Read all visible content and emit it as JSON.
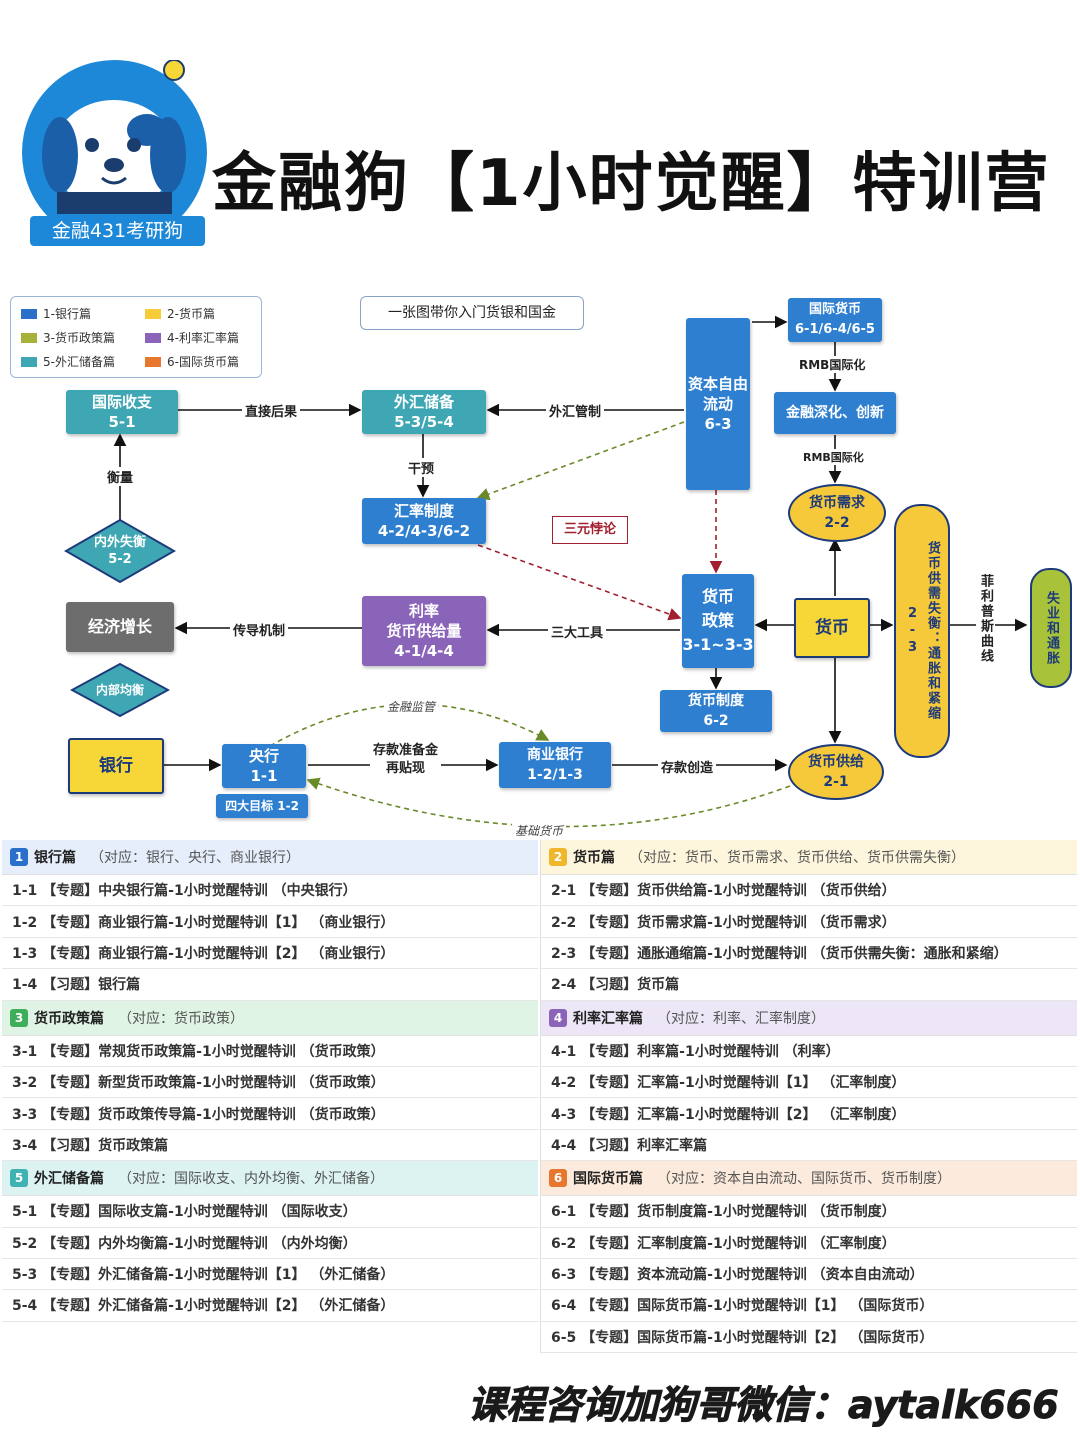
{
  "header": {
    "title": "金融狗【1小时觉醒】特训营",
    "logo_text": "金融431考研狗"
  },
  "legend": [
    {
      "label": "1-银行篇",
      "color": "#2a6fc9"
    },
    {
      "label": "2-货币篇",
      "color": "#f6cc3a"
    },
    {
      "label": "3-货币政策篇",
      "color": "#a8b23a"
    },
    {
      "label": "4-利率汇率篇",
      "color": "#8a64b8"
    },
    {
      "label": "5-外汇储备篇",
      "color": "#3fa7b3"
    },
    {
      "label": "6-国际货币篇",
      "color": "#e8772e"
    }
  ],
  "caption": "一张图带你入门货银和国金",
  "nodes": {
    "intl_balance": "国际收支\n5-1",
    "fx_reserve": "外汇储备\n5-3/5-4",
    "exchange_rate_system": "汇率制度\n4-2/4-3/6-2",
    "capital_flow": "资本自由流动\n6-3",
    "intl_currency": "国际货币\n6-1/6-4/6-5",
    "finance_deepening": "金融深化、创新",
    "money_demand": "货币需求\n2-2",
    "money": "货币",
    "money_supply_demand_imbalance": "货币供需失衡：通胀和紧缩\n2-3",
    "unemployment_inflation": "失业和通胀",
    "monetary_policy": "货币\n政策\n3-1~3-3",
    "currency_system": "货币制度\n6-2",
    "rate_money_supply": "利率\n货币供给量\n4-1/4-4",
    "economic_growth": "经济增长",
    "internal_external_balance": "内外失衡\n5-2",
    "internal_balance": "内部均衡",
    "bank": "银行",
    "central_bank": "央行\n1-1",
    "four_goals": "四大目标 1-2",
    "commercial_bank": "商业银行\n1-2/1-3",
    "money_supply": "货币供给\n2-1",
    "trilemma": "三元悖论"
  },
  "edge_labels": {
    "direct_consequence": "直接后果",
    "fx_control": "外汇管制",
    "measure": "衡量",
    "intervene": "干预",
    "rmb_intl_1": "RMB国际化",
    "rmb_intl_2": "RMB国际化",
    "transmission": "传导机制",
    "three_tools": "三大工具",
    "phillips": "菲利普斯曲线",
    "financial_supervision": "金融监管",
    "reserve_rediscount": "存款准备金\n再贴现",
    "deposit_creation": "存款创造",
    "base_money": "基础货币"
  },
  "sections": [
    {
      "num": "1",
      "color": "#2a6fc9",
      "bg": "#e6eefb",
      "title": "银行篇",
      "sub": "（对应：银行、央行、商业银行）",
      "rows": [
        "1-1 【专题】中央银行篇-1小时觉醒特训 （中央银行）",
        "1-2 【专题】商业银行篇-1小时觉醒特训【1】 （商业银行）",
        "1-3 【专题】商业银行篇-1小时觉醒特训【2】 （商业银行）",
        "1-4 【习题】银行篇"
      ]
    },
    {
      "num": "2",
      "color": "#f0b62c",
      "bg": "#fdf5dc",
      "title": "货币篇",
      "sub": "（对应：货币、货币需求、货币供给、货币供需失衡）",
      "rows": [
        "2-1 【专题】货币供给篇-1小时觉醒特训 （货币供给）",
        "2-2 【专题】货币需求篇-1小时觉醒特训 （货币需求）",
        "2-3 【专题】通胀通缩篇-1小时觉醒特训 （货币供需失衡：通胀和紧缩）",
        "2-4 【习题】货币篇"
      ]
    },
    {
      "num": "3",
      "color": "#3fae5a",
      "bg": "#dff4e4",
      "title": "货币政策篇",
      "sub": "（对应：货币政策）",
      "rows": [
        "3-1 【专题】常规货币政策篇-1小时觉醒特训 （货币政策）",
        "3-2 【专题】新型货币政策篇-1小时觉醒特训 （货币政策）",
        "3-3 【专题】货币政策传导篇-1小时觉醒特训 （货币政策）",
        "3-4 【习题】货币政策篇"
      ]
    },
    {
      "num": "4",
      "color": "#8a64b8",
      "bg": "#ece6f6",
      "title": "利率汇率篇",
      "sub": "（对应：利率、汇率制度）",
      "rows": [
        "4-1 【专题】利率篇-1小时觉醒特训 （利率）",
        "4-2 【专题】汇率篇-1小时觉醒特训【1】 （汇率制度）",
        "4-3 【专题】汇率篇-1小时觉醒特训【2】 （汇率制度）",
        "4-4 【习题】利率汇率篇"
      ]
    },
    {
      "num": "5",
      "color": "#3fb3b3",
      "bg": "#dcf3f1",
      "title": "外汇储备篇",
      "sub": "（对应：国际收支、内外均衡、外汇储备）",
      "rows": [
        "5-1 【专题】国际收支篇-1小时觉醒特训 （国际收支）",
        "5-2 【专题】内外均衡篇-1小时觉醒特训 （内外均衡）",
        "5-3 【专题】外汇储备篇-1小时觉醒特训【1】 （外汇储备）",
        "5-4 【专题】外汇储备篇-1小时觉醒特训【2】 （外汇储备）"
      ]
    },
    {
      "num": "6",
      "color": "#e8772e",
      "bg": "#fcebdc",
      "title": "国际货币篇",
      "sub": "（对应：资本自由流动、国际货币、货币制度）",
      "rows": [
        "6-1 【专题】货币制度篇-1小时觉醒特训 （货币制度）",
        "6-2 【专题】汇率制度篇-1小时觉醒特训 （汇率制度）",
        "6-3 【专题】资本流动篇-1小时觉醒特训 （资本自由流动）",
        "6-4 【专题】国际货币篇-1小时觉醒特训【1】 （国际货币）",
        "6-5 【专题】国际货币篇-1小时觉醒特训【2】 （国际货币）"
      ]
    }
  ],
  "contact": "课程咨询加狗哥微信：aytalk666"
}
